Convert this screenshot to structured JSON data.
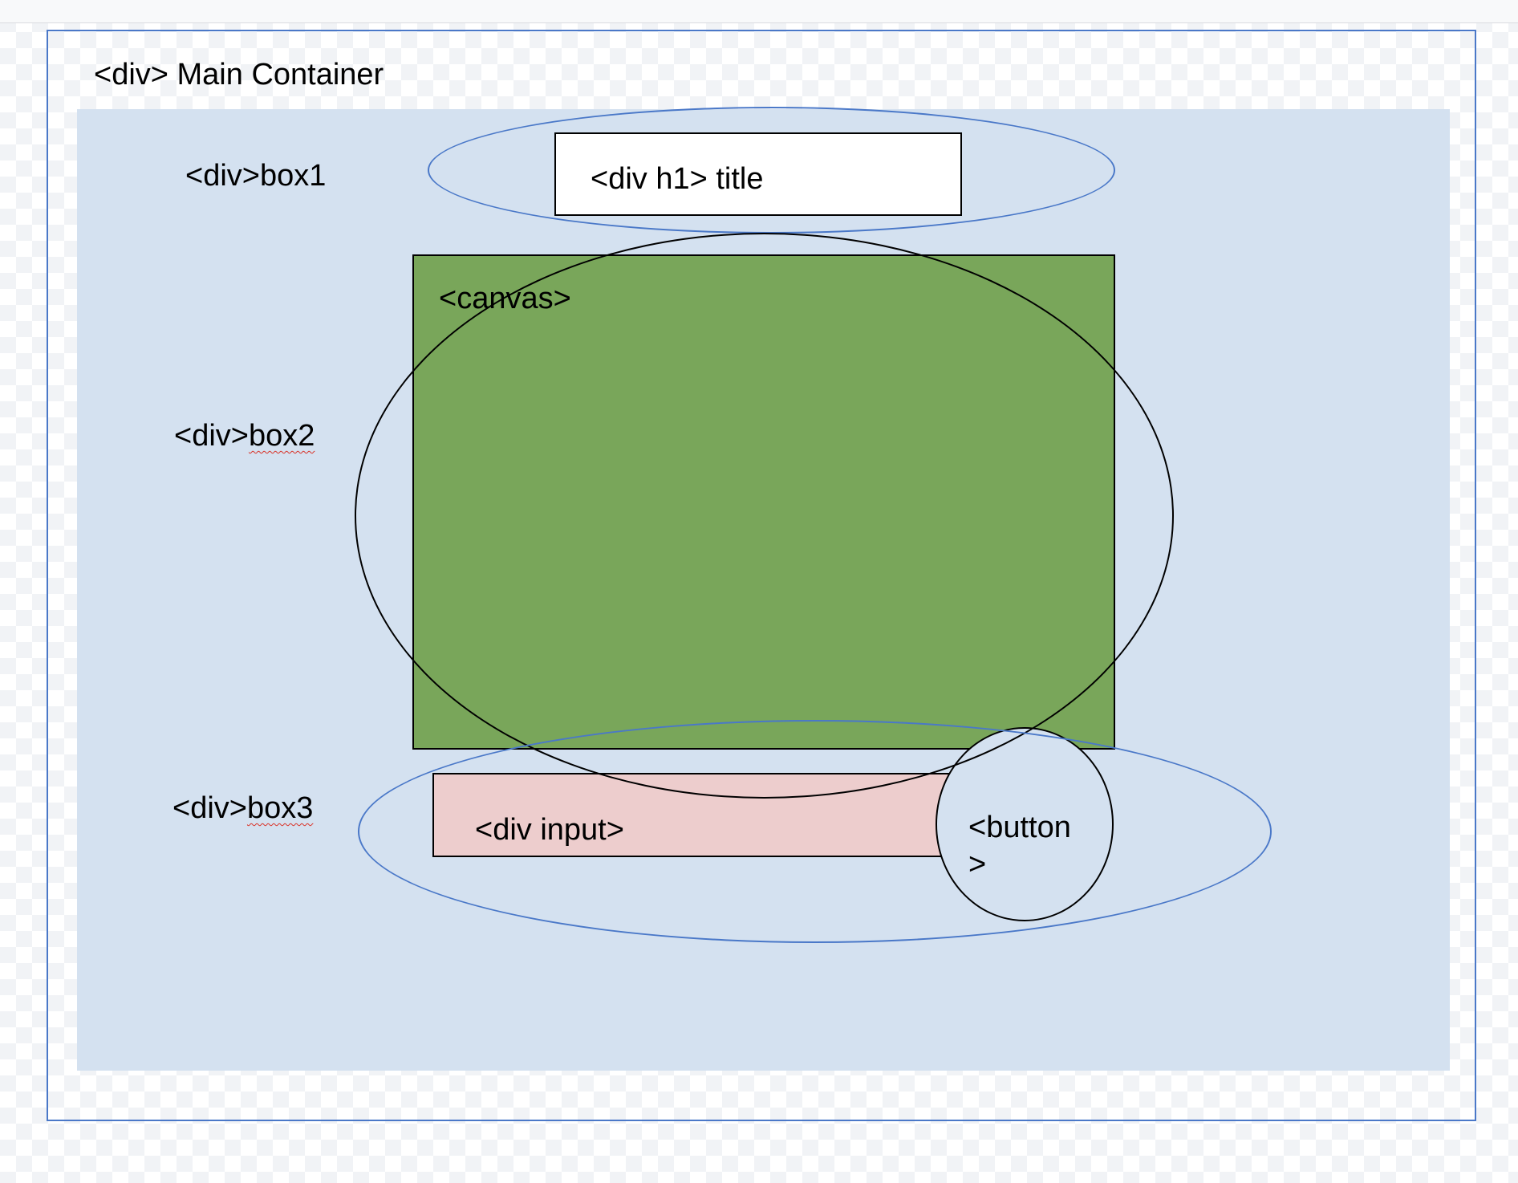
{
  "main_container": {
    "label": "<div> Main Container"
  },
  "boxes": [
    {
      "label_prefix": "<div>",
      "label_word": "box1"
    },
    {
      "label_prefix": "<div>",
      "label_word": "box2"
    },
    {
      "label_prefix": "<div>",
      "label_word": "box3"
    }
  ],
  "title_box": {
    "text": "<div h1> title"
  },
  "canvas": {
    "text": "<canvas>"
  },
  "input_box": {
    "text": "<div input>"
  },
  "button": {
    "line1": "<button",
    "line2": ">"
  },
  "colors": {
    "container_border": "#4a78c8",
    "content_fill": "#d4e1f0",
    "canvas_fill": "#79a65a",
    "input_fill": "#edcdcd",
    "title_fill": "#ffffff",
    "ellipse_blue": "#4a78c8",
    "ellipse_black": "#000000"
  }
}
